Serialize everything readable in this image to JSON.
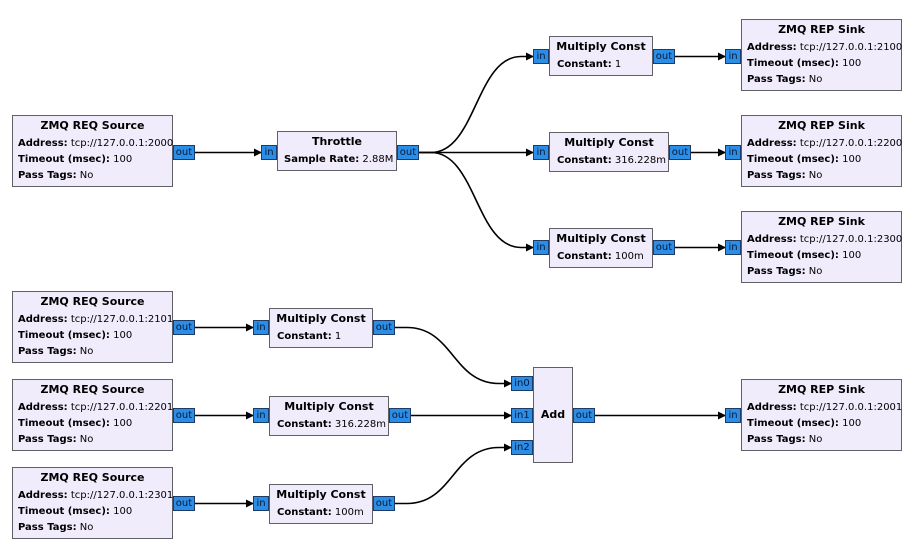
{
  "blocks": {
    "src_top": {
      "title": "ZMQ REQ Source",
      "params": [
        {
          "name": "Address:",
          "value": "tcp://127.0.0.1:2000"
        },
        {
          "name": "Timeout (msec):",
          "value": "100"
        },
        {
          "name": "Pass Tags:",
          "value": "No"
        }
      ],
      "out_label": "out"
    },
    "throttle": {
      "title": "Throttle",
      "param": {
        "name": "Sample Rate:",
        "value": "2.88M"
      },
      "in_label": "in",
      "out_label": "out"
    },
    "mult_top_1": {
      "title": "Multiply Const",
      "param": {
        "name": "Constant:",
        "value": "1"
      },
      "in_label": "in",
      "out_label": "out"
    },
    "mult_top_2": {
      "title": "Multiply Const",
      "param": {
        "name": "Constant:",
        "value": "316.228m"
      },
      "in_label": "in",
      "out_label": "out"
    },
    "mult_top_3": {
      "title": "Multiply Const",
      "param": {
        "name": "Constant:",
        "value": "100m"
      },
      "in_label": "in",
      "out_label": "out"
    },
    "sink_top_1": {
      "title": "ZMQ REP Sink",
      "params": [
        {
          "name": "Address:",
          "value": "tcp://127.0.0.1:2100"
        },
        {
          "name": "Timeout (msec):",
          "value": "100"
        },
        {
          "name": "Pass Tags:",
          "value": "No"
        }
      ],
      "in_label": "in"
    },
    "sink_top_2": {
      "title": "ZMQ REP Sink",
      "params": [
        {
          "name": "Address:",
          "value": "tcp://127.0.0.1:2200"
        },
        {
          "name": "Timeout (msec):",
          "value": "100"
        },
        {
          "name": "Pass Tags:",
          "value": "No"
        }
      ],
      "in_label": "in"
    },
    "sink_top_3": {
      "title": "ZMQ REP Sink",
      "params": [
        {
          "name": "Address:",
          "value": "tcp://127.0.0.1:2300"
        },
        {
          "name": "Timeout (msec):",
          "value": "100"
        },
        {
          "name": "Pass Tags:",
          "value": "No"
        }
      ],
      "in_label": "in"
    },
    "src_bot_1": {
      "title": "ZMQ REQ Source",
      "params": [
        {
          "name": "Address:",
          "value": "tcp://127.0.0.1:2101"
        },
        {
          "name": "Timeout (msec):",
          "value": "100"
        },
        {
          "name": "Pass Tags:",
          "value": "No"
        }
      ],
      "out_label": "out"
    },
    "src_bot_2": {
      "title": "ZMQ REQ Source",
      "params": [
        {
          "name": "Address:",
          "value": "tcp://127.0.0.1:2201"
        },
        {
          "name": "Timeout (msec):",
          "value": "100"
        },
        {
          "name": "Pass Tags:",
          "value": "No"
        }
      ],
      "out_label": "out"
    },
    "src_bot_3": {
      "title": "ZMQ REQ Source",
      "params": [
        {
          "name": "Address:",
          "value": "tcp://127.0.0.1:2301"
        },
        {
          "name": "Timeout (msec):",
          "value": "100"
        },
        {
          "name": "Pass Tags:",
          "value": "No"
        }
      ],
      "out_label": "out"
    },
    "mult_bot_1": {
      "title": "Multiply Const",
      "param": {
        "name": "Constant:",
        "value": "1"
      },
      "in_label": "in",
      "out_label": "out"
    },
    "mult_bot_2": {
      "title": "Multiply Const",
      "param": {
        "name": "Constant:",
        "value": "316.228m"
      },
      "in_label": "in",
      "out_label": "out"
    },
    "mult_bot_3": {
      "title": "Multiply Const",
      "param": {
        "name": "Constant:",
        "value": "100m"
      },
      "in_label": "in",
      "out_label": "out"
    },
    "add": {
      "title": "Add",
      "in0_label": "in0",
      "in1_label": "in1",
      "in2_label": "in2",
      "out_label": "out"
    },
    "sink_bot": {
      "title": "ZMQ REP Sink",
      "params": [
        {
          "name": "Address:",
          "value": "tcp://127.0.0.1:2001"
        },
        {
          "name": "Timeout (msec):",
          "value": "100"
        },
        {
          "name": "Pass Tags:",
          "value": "No"
        }
      ],
      "in_label": "in"
    }
  },
  "connections": [
    [
      "src_top.out",
      "throttle.in"
    ],
    [
      "throttle.out",
      "mult_top_1.in"
    ],
    [
      "throttle.out",
      "mult_top_2.in"
    ],
    [
      "throttle.out",
      "mult_top_3.in"
    ],
    [
      "mult_top_1.out",
      "sink_top_1.in"
    ],
    [
      "mult_top_2.out",
      "sink_top_2.in"
    ],
    [
      "mult_top_3.out",
      "sink_top_3.in"
    ],
    [
      "src_bot_1.out",
      "mult_bot_1.in"
    ],
    [
      "src_bot_2.out",
      "mult_bot_2.in"
    ],
    [
      "src_bot_3.out",
      "mult_bot_3.in"
    ],
    [
      "mult_bot_1.out",
      "add.in0"
    ],
    [
      "mult_bot_2.out",
      "add.in1"
    ],
    [
      "mult_bot_3.out",
      "add.in2"
    ],
    [
      "add.out",
      "sink_bot.in"
    ]
  ],
  "colors": {
    "block_fill": "#f0ecfb",
    "block_border": "#5f5f66",
    "port_fill": "#2b8de6",
    "wire": "#000000"
  }
}
